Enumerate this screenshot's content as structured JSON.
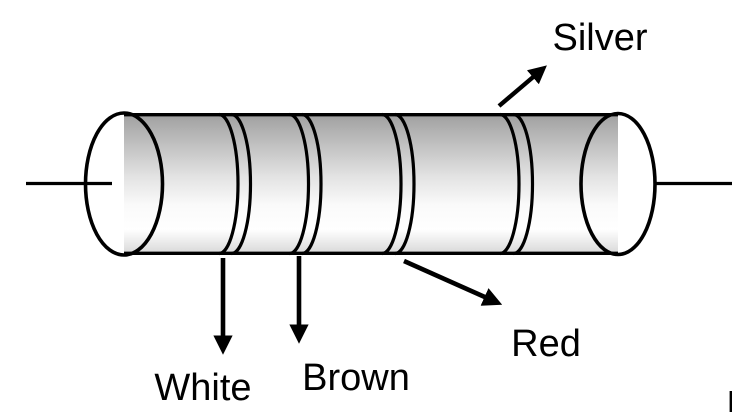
{
  "diagram": {
    "type": "resistor-color-band-diagram",
    "labels": {
      "silver": "Silver",
      "white": "White",
      "brown": "Brown",
      "red": "Red"
    },
    "annotations": [
      {
        "band": 1,
        "label": "White",
        "arrow_direction": "down"
      },
      {
        "band": 2,
        "label": "Brown",
        "arrow_direction": "down"
      },
      {
        "band": 3,
        "label": "Red",
        "arrow_direction": "down-right"
      },
      {
        "band": 4,
        "label": "Silver",
        "arrow_direction": "up-right"
      }
    ],
    "colors": {
      "outline": "#000000",
      "text": "#000000",
      "body_shade_dark": "#9e9e9e",
      "body_shade_mid": "#e3e3e3",
      "body_shade_light": "#ffffff",
      "body_shade_bottom": "#d6d6d6"
    }
  }
}
